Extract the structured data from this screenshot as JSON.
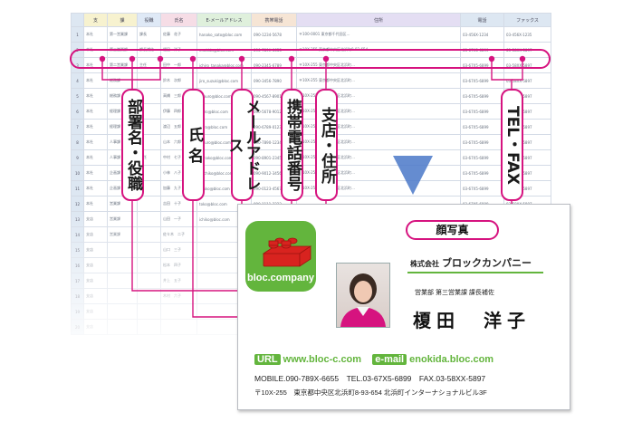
{
  "labels": {
    "dept_title": "部署名・役職",
    "name": "氏 名",
    "email": "メールアドレス",
    "mobile": "携帯電話番号",
    "branch_address": "支店・住所",
    "tel_fax": "TEL・FAX",
    "face_photo": "顔写真"
  },
  "card": {
    "logo_text": "bloc.company",
    "company_prefix": "株式会社",
    "company_name": "ブロックカンパニー",
    "dept_title": "営業部 第三営業課 課長補佐",
    "person_name": "榎田　洋子",
    "url_tag": "URL",
    "url_value": "www.bloc-c.com",
    "email_tag": "e-mail",
    "email_value": "enokida.bloc.com",
    "phones": "MOBILE.090-789X-6655　TEL.03-67X5-6899　FAX.03-58XX-5897",
    "address": "〒10X-255　東京都中央区北浜町8-93-654 北浜町インターナショナルビル3F"
  },
  "sheet": {
    "headers": [
      "",
      "支",
      "課",
      "役職",
      "氏名",
      "E-メールアドレス",
      "携帯電話",
      "住所",
      "電話",
      "ファックス"
    ],
    "rows": [
      [
        "1",
        "本社",
        "第一営業課",
        "課長",
        "佐藤　花子",
        "hanako_sato@bloc.com",
        "090-1234-5678",
        "〒100-0001 東京都千代田区…",
        "03-456X-1234",
        "03-456X-1235"
      ],
      [
        "2",
        "本社",
        "第三営業課",
        "課長補佐",
        "榎田　洋子",
        "enokida@bloc.com",
        "090-789X-6655",
        "〒10X-255 東京都中央区北浜町8-93-654",
        "03-67X5-6899",
        "03-58XX-5897"
      ],
      [
        "3",
        "本社",
        "第二営業課",
        "主任",
        "田中　一郎",
        "ichiro_tanaka@bloc.com",
        "090-2345-6789",
        "〒10X-255 東京都中央区北浜町…",
        "03-67X5-6899",
        "03-58XX-5897"
      ],
      [
        "4",
        "本社",
        "総務課",
        "",
        "鈴木　次郎",
        "jiro_suzuki@bloc.com",
        "090-3456-7890",
        "〒10X-255 東京都中央区北浜町…",
        "03-67X5-6899",
        "03-58XX-5897"
      ],
      [
        "5",
        "本社",
        "総務課",
        "",
        "高橋　三郎",
        "saburo@bloc.com",
        "090-4567-8901",
        "〒10X-255 東京都中央区北浜町…",
        "03-67X5-6899",
        "03-58XX-5897"
      ],
      [
        "6",
        "本社",
        "経理課",
        "",
        "伊藤　四郎",
        "shiro@bloc.com",
        "090-5678-9012",
        "〒10X-255 東京都中央区北浜町…",
        "03-67X5-6899",
        "03-58XX-5897"
      ],
      [
        "7",
        "本社",
        "経理課",
        "",
        "渡辺　五郎",
        "goro@bloc.com",
        "090-6789-0123",
        "〒10X-255 東京都中央区北浜町…",
        "03-67X5-6899",
        "03-58XX-5897"
      ],
      [
        "8",
        "本社",
        "人事課",
        "",
        "山本　六郎",
        "rokuro@bloc.com",
        "090-7890-1234",
        "〒10X-255 東京都中央区北浜町…",
        "03-67X5-6899",
        "03-58XX-5897"
      ],
      [
        "9",
        "本社",
        "人事課",
        "主任",
        "中村　七子",
        "nanako@bloc.com",
        "090-8901-2345",
        "〒10X-255 東京都中央区北浜町…",
        "03-67X5-6899",
        "03-58XX-5897"
      ],
      [
        "10",
        "本社",
        "企画課",
        "",
        "小林　八子",
        "hachiko@bloc.com",
        "090-9012-3456",
        "〒10X-255 東京都中央区北浜町…",
        "03-67X5-6899",
        "03-58XX-5897"
      ],
      [
        "11",
        "本社",
        "企画課",
        "",
        "加藤　九子",
        "kyuko@bloc.com",
        "090-0123-4567",
        "〒10X-255 東京都中央区北浜町…",
        "03-67X5-6899",
        "03-58XX-5897"
      ],
      [
        "12",
        "本社",
        "営業課",
        "",
        "吉田　十子",
        "toko@bloc.com",
        "090-1111-2222",
        "",
        "03-67X5-6899",
        "03-58XX-5897"
      ],
      [
        "13",
        "支店",
        "営業課",
        "",
        "山田　一子",
        "ichiko@bloc.com",
        "090-2222-3333",
        "",
        "",
        ""
      ],
      [
        "14",
        "支店",
        "営業課",
        "",
        "佐々木　二子",
        "",
        "",
        "",
        "",
        ""
      ],
      [
        "15",
        "支店",
        "",
        "",
        "山口　三子",
        "",
        "",
        "",
        "",
        ""
      ],
      [
        "16",
        "支店",
        "",
        "",
        "松本　四子",
        "",
        "",
        "",
        "",
        ""
      ],
      [
        "17",
        "支店",
        "",
        "",
        "井上　五子",
        "",
        "",
        "",
        "",
        ""
      ],
      [
        "18",
        "支店",
        "",
        "",
        "木村　六子",
        "",
        "",
        "",
        "",
        ""
      ],
      [
        "19",
        "支店",
        "",
        "",
        "",
        "",
        "",
        "",
        "",
        ""
      ],
      [
        "20",
        "支店",
        "",
        "",
        "",
        "",
        "",
        "",
        "",
        ""
      ]
    ]
  },
  "colors": {
    "accent_magenta": "#d6137f",
    "brand_green": "#63b53d",
    "arrow_blue": "#4a78c8",
    "logo_red": "#d8231f"
  }
}
